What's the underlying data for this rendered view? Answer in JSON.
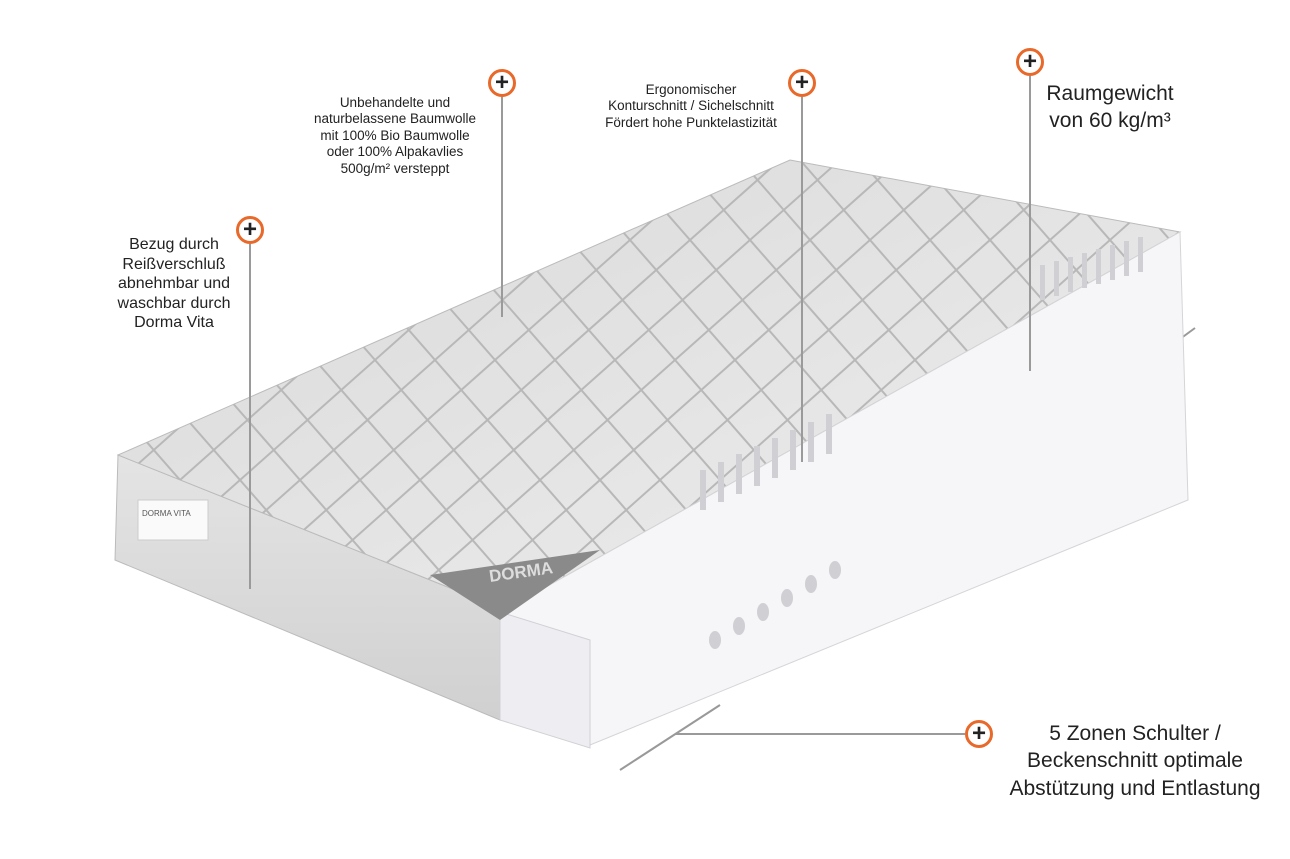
{
  "brand_logo": "DORMA VITA",
  "accent_color": "#e8692a",
  "annotations": [
    {
      "id": "cover",
      "icon": "plus-icon",
      "text": "Bezug durch\nReißverschluß\nabnehmbar und\nwaschbar durch\nDorma Vita"
    },
    {
      "id": "cotton",
      "icon": "plus-icon",
      "text": "Unbehandelte und\nnaturbelassene Baumwolle\nmit 100% Bio Baumwolle\noder 100% Alpakavlies\n500g/m²  versteppt"
    },
    {
      "id": "contour",
      "icon": "plus-icon",
      "text": "Ergonomischer\nKonturschnitt / Sichelschnitt\nFördert hohe Punktelastizität"
    },
    {
      "id": "density",
      "icon": "plus-icon",
      "text": "Raumgewicht\nvon 60 kg/m³"
    },
    {
      "id": "zones",
      "icon": "plus-icon",
      "text": "5 Zonen Schulter /\nBeckenschnitt optimale\nAbstützung und Entlastung"
    }
  ]
}
